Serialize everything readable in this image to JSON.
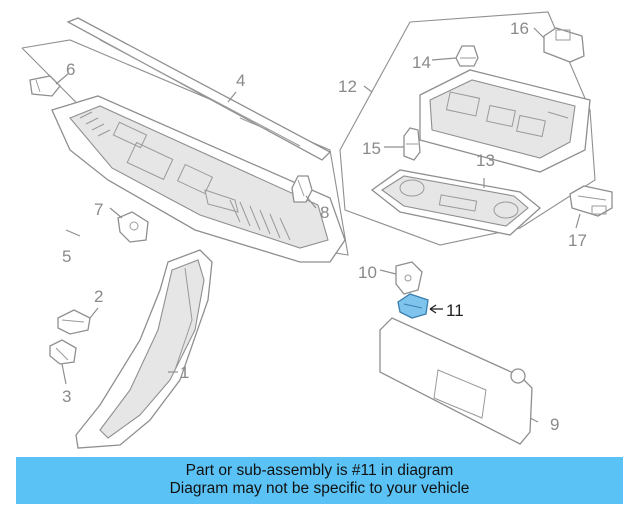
{
  "diagram": {
    "callouts": [
      "1",
      "2",
      "3",
      "4",
      "5",
      "6",
      "7",
      "8",
      "9",
      "10",
      "11",
      "12",
      "13",
      "14",
      "15",
      "16",
      "17"
    ],
    "highlight_color": "#7fc4ec"
  },
  "banner": {
    "line1": "Part or sub-assembly is #11 in diagram",
    "line2": "Diagram may not be specific to your vehicle",
    "background": "#5ac2f5"
  }
}
